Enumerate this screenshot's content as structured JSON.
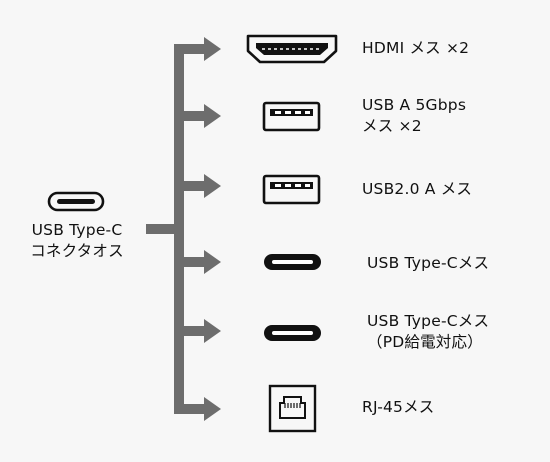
{
  "source": {
    "icon": "usb-c-plug-icon",
    "line1": "USB Type-C",
    "line2": "コネクタオス"
  },
  "ports": [
    {
      "icon": "hdmi-port-icon",
      "line1": "HDMI メス ×2",
      "line2": ""
    },
    {
      "icon": "usb-a-port-icon",
      "line1": "USB A 5Gbps",
      "line2": "メス ×2"
    },
    {
      "icon": "usb-a-port-icon",
      "line1": "USB2.0 A メス",
      "line2": ""
    },
    {
      "icon": "usb-c-port-icon",
      "line1": "USB Type-Cメス",
      "line2": ""
    },
    {
      "icon": "usb-c-port-icon",
      "line1": "USB Type-Cメス",
      "line2": "（PD給電対応）"
    },
    {
      "icon": "rj45-port-icon",
      "line1": "RJ-45メス",
      "line2": ""
    }
  ],
  "colors": {
    "arrow": "#6d6d6d",
    "icon": "#111111",
    "background": "#f7f7f7"
  }
}
